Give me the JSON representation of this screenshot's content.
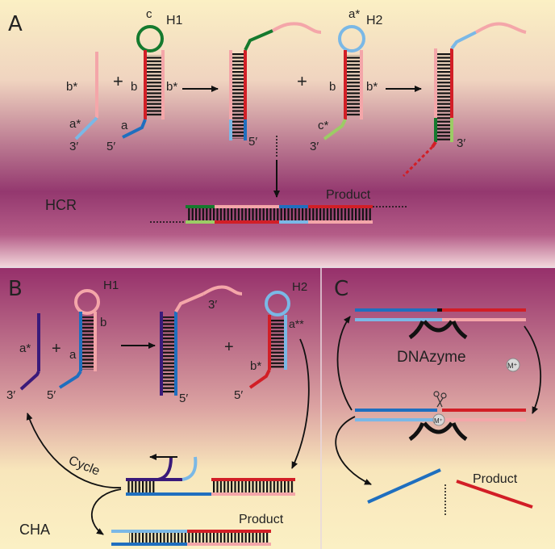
{
  "panels": {
    "a": "A",
    "b": "B",
    "c": "C"
  },
  "hcr": {
    "method": "HCR",
    "h1": "H1",
    "h2": "H2",
    "loop_c": "c",
    "loop_astar": "a*",
    "init_bstar": "b*",
    "init_astar": "a*",
    "init_3p": "3′",
    "plus1": "+",
    "h1_b": "b",
    "h1_bstar": "b*",
    "h1_a": "a",
    "h1_5p": "5′",
    "mid_5p": "5′",
    "plus2": "+",
    "h2_b": "b",
    "h2_bstar": "b*",
    "h2_cstar": "c*",
    "h2_3p": "3′",
    "final_3p": "3′",
    "product": "Product"
  },
  "cha": {
    "method": "CHA",
    "h1": "H1",
    "h2": "H2",
    "init_astar": "a*",
    "init_3p": "3′",
    "plus1": "+",
    "h1_b": "b",
    "h1_a": "a",
    "h1_5p": "5′",
    "mid_3p": "3′",
    "mid_5p": "5′",
    "plus2": "+",
    "h2_adstar": "a**",
    "h2_bstar": "b*",
    "h2_5p": "5′",
    "cycle": "Cycle",
    "product": "Product"
  },
  "dnazyme": {
    "name": "DNAzyme",
    "metal": "M⁺",
    "product": "Product"
  },
  "colors": {
    "pink": "#f4a6a9",
    "red": "#d21e26",
    "blue": "#1f6fbf",
    "light_blue": "#7ab8e6",
    "green": "#157a2e",
    "light_green": "#9ccc65",
    "navy": "#3a1a7a",
    "black": "#111111"
  }
}
